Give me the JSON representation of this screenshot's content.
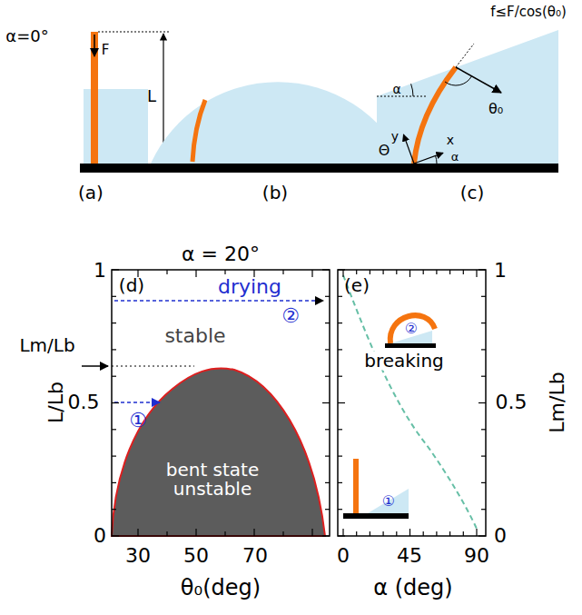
{
  "diagram": {
    "labels": [
      "α=0°",
      "F",
      "L",
      "(a)",
      "Θ",
      "(b)",
      "α",
      "f≤F/cos(θ₀)",
      "θ₀",
      "y",
      "x",
      "α",
      "(c)",
      "α = 20°",
      "(d)",
      "drying",
      "②",
      "stable",
      "Lm/Lb",
      "①",
      "bent state unstable",
      "1",
      "0.5",
      "0",
      "L/Lb",
      "30",
      "50",
      "70",
      "θ₀(deg)",
      "(e)",
      "②",
      "breaking",
      "①",
      "0",
      "45",
      "90",
      "α (deg)",
      "1",
      "0.5",
      "0",
      "Lm/Lb"
    ]
  }
}
